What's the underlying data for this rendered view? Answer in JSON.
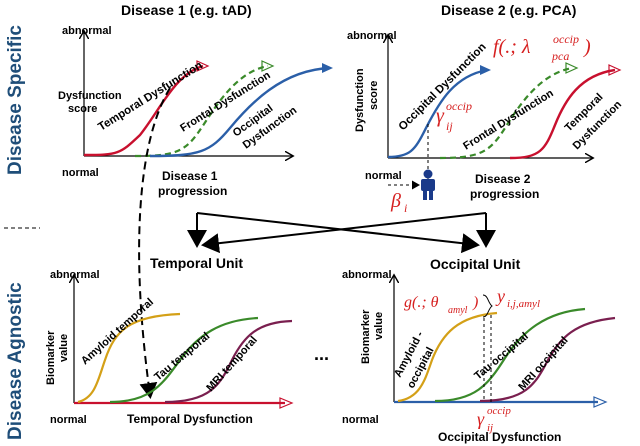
{
  "colors": {
    "side_label": "#1f4e79",
    "red": "#c8102e",
    "green": "#3a8a2a",
    "blue": "#2b5fa8",
    "gold": "#d4a017",
    "purple": "#7a1f4f",
    "person": "#1a3a8a"
  },
  "side": {
    "specific": "Disease Specific",
    "agnostic": "Disease Agnostic"
  },
  "panel1": {
    "title": "Disease 1 (e.g. tAD)",
    "abnormal": "abnormal",
    "normal": "normal",
    "ylabel_1": "Dysfunction",
    "ylabel_2": "score",
    "xlabel_1": "Disease 1",
    "xlabel_2": "progression",
    "curve_temporal": "Temporal Dysfunction",
    "curve_frontal": "Frontal Dysfunction",
    "curve_occipital_1": "Occipital",
    "curve_occipital_2": "Dysfunction"
  },
  "panel2": {
    "title": "Disease 2 (e.g. PCA)",
    "abnormal": "abnormal",
    "normal": "normal",
    "ylabel_1": "Dysfunction",
    "ylabel_2": "score",
    "xlabel_1": "Disease 2",
    "xlabel_2": "progression",
    "curve_occipital": "Occipital Dysfunction",
    "curve_frontal": "Frontal Dysfunction",
    "curve_temporal_1": "Temporal",
    "curve_temporal_2": "Dysfunction",
    "func_label": "f(.; λ",
    "func_sup": "occip",
    "func_sub": "pca",
    "func_close": ")",
    "gamma": "γ",
    "gamma_sup": "occip",
    "gamma_sub": "ij",
    "beta": "β",
    "beta_sub": "i"
  },
  "units": {
    "temporal": "Temporal Unit",
    "occipital": "Occipital Unit"
  },
  "panel3": {
    "abnormal": "abnormal",
    "normal": "normal",
    "ylabel_1": "Biomarker",
    "ylabel_2": "value",
    "xlabel": "Temporal Dysfunction",
    "curve_amyloid": "Amyloid temporal",
    "curve_tau": "Tau temporal",
    "curve_mri": "MRI temporal"
  },
  "ellipsis": "...",
  "panel4": {
    "abnormal": "abnormal",
    "normal": "normal",
    "ylabel_1": "Biomarker",
    "ylabel_2": "value",
    "xlabel": "Occipital Dysfunction",
    "curve_amyloid_1": "Amyloid -",
    "curve_amyloid_2": "occipital",
    "curve_tau": "Tau occipital",
    "curve_mri": "MRI occipital",
    "g_label": "g(.; θ",
    "g_sub": "amyl",
    "g_close": ")",
    "y_label": "y",
    "y_sub": "i,j,amyl",
    "gamma": "γ",
    "gamma_sup": "occip",
    "gamma_sub": "ij"
  }
}
